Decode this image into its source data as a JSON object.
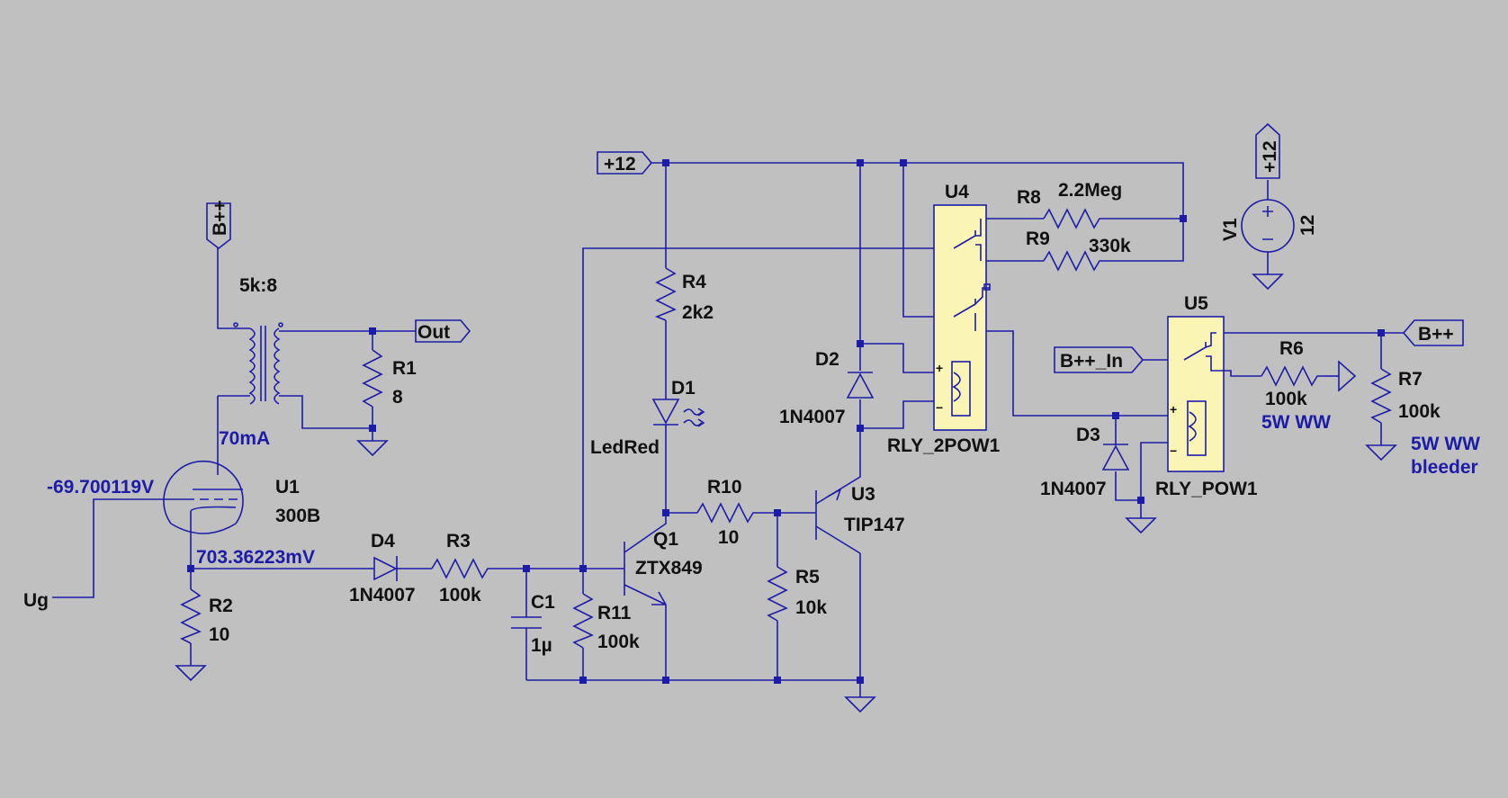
{
  "ports": {
    "bpp_top": "B++",
    "out": "Out",
    "p12_main": "+12",
    "p12_v1": "+12",
    "bpp_in": "B++_In",
    "bpp_right": "B++",
    "ug": "Ug"
  },
  "components": {
    "transformer": {
      "value": "5k:8"
    },
    "R1": {
      "ref": "R1",
      "value": "8"
    },
    "U1": {
      "ref": "U1",
      "value": "300B"
    },
    "R2": {
      "ref": "R2",
      "value": "10"
    },
    "D4": {
      "ref": "D4",
      "value": "1N4007"
    },
    "R3": {
      "ref": "R3",
      "value": "100k"
    },
    "C1": {
      "ref": "C1",
      "value": "1µ"
    },
    "R11": {
      "ref": "R11",
      "value": "100k"
    },
    "Q1": {
      "ref": "Q1",
      "value": "ZTX849"
    },
    "R4": {
      "ref": "R4",
      "value": "2k2"
    },
    "D1": {
      "ref": "D1",
      "value": "LedRed"
    },
    "R10": {
      "ref": "R10",
      "value": "10"
    },
    "R5": {
      "ref": "R5",
      "value": "10k"
    },
    "U3": {
      "ref": "U3",
      "value": "TIP147"
    },
    "D2": {
      "ref": "D2",
      "value": "1N4007"
    },
    "U4": {
      "ref": "U4",
      "value": "RLY_2POW1"
    },
    "R8": {
      "ref": "R8",
      "value": "2.2Meg"
    },
    "R9": {
      "ref": "R9",
      "value": "330k"
    },
    "V1": {
      "ref": "V1",
      "value": "12"
    },
    "U5": {
      "ref": "U5",
      "value": "RLY_POW1"
    },
    "R6": {
      "ref": "R6",
      "value": "100k",
      "note": "5W WW"
    },
    "R7": {
      "ref": "R7",
      "value": "100k",
      "note1": "5W WW",
      "note2": "bleeder"
    },
    "D3": {
      "ref": "D3",
      "value": "1N4007"
    }
  },
  "annotations": {
    "current": "70mA",
    "grid_voltage": "-69.700119V",
    "cathode_voltage": "703.36223mV"
  },
  "colors": {
    "background": "#c0c0c0",
    "wire": "#1c1ca8",
    "relay_fill": "#fbf5b5"
  }
}
